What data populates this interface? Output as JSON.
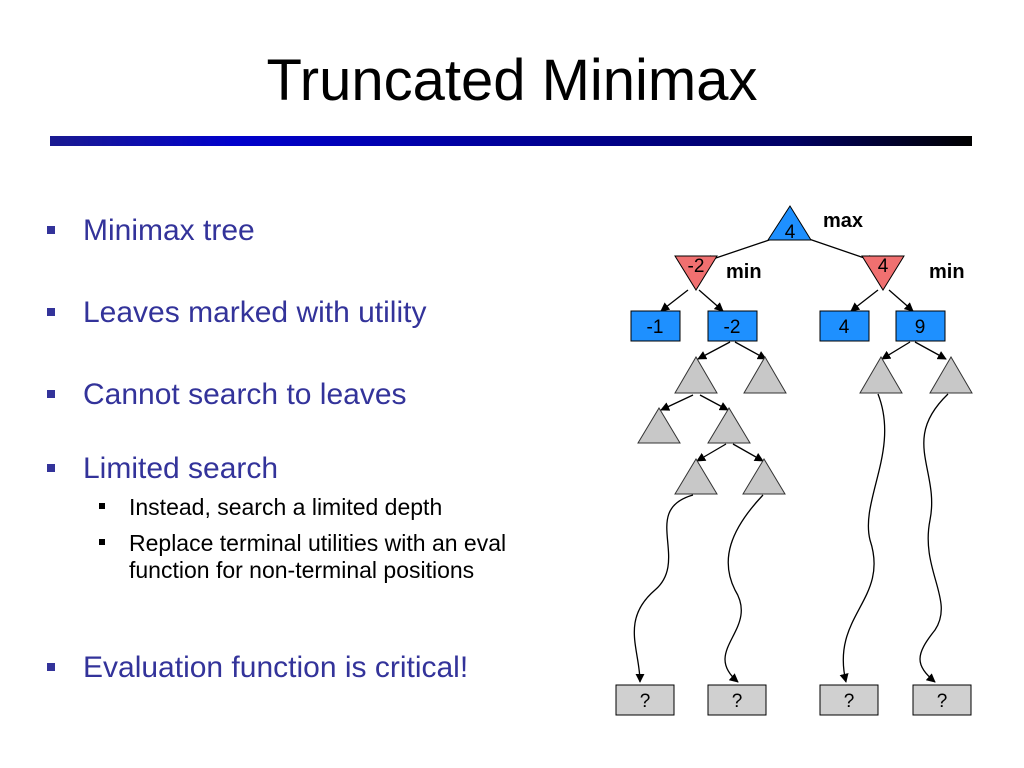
{
  "title": "Truncated Minimax",
  "bullets": [
    "Minimax tree",
    "Leaves marked with utility",
    "Cannot search to leaves",
    "Limited search",
    "Evaluation function is critical!"
  ],
  "sub_bullets": [
    "Instead, search a limited depth",
    "Replace terminal utilities with an eval function for non-terminal positions"
  ],
  "tree": {
    "colors": {
      "max_node": "#1e90ff",
      "min_node": "#f07070",
      "leaf_node": "#1e90ff",
      "subtree": "#c8c8c8",
      "unknown": "#d0d0d0"
    },
    "root": {
      "value": "4",
      "label": "max"
    },
    "min_nodes": [
      {
        "value": "-2",
        "label": "min"
      },
      {
        "value": "4",
        "label": "min"
      }
    ],
    "leaves": [
      "-1",
      "-2",
      "4",
      "9"
    ],
    "unknowns": [
      "?",
      "?",
      "?",
      "?"
    ]
  }
}
